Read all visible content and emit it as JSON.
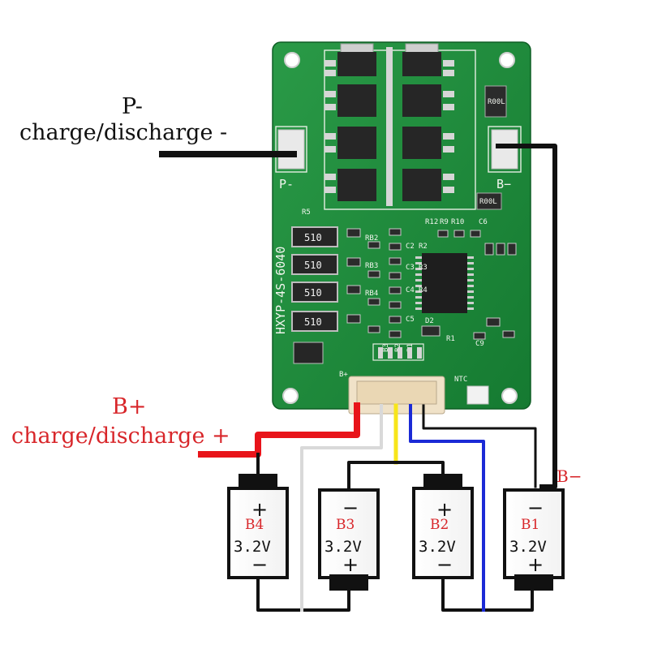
{
  "labels": {
    "p_minus": "P-",
    "p_minus_desc": "charge/discharge -",
    "b_plus": "B+",
    "b_plus_desc": "charge/discharge +",
    "b_minus": "B−"
  },
  "board": {
    "model": "HXYP-4S-6040",
    "pad_p": "P-",
    "pad_b": "B−",
    "connector_label_bplus": "B+",
    "connector_pins": [
      "B3",
      "B2",
      "B1"
    ],
    "ntc": "NTC",
    "resistors": [
      "510",
      "510",
      "510",
      "510"
    ],
    "r_top": "R00L",
    "r_mid": "R00L",
    "silk_labels": [
      "R5",
      "RB2",
      "RB3",
      "RB4",
      "C2",
      "C3",
      "C4",
      "C5",
      "R2",
      "R3",
      "R4",
      "D2",
      "R1",
      "C9",
      "R12",
      "R9",
      "R10",
      "C6"
    ]
  },
  "cells": [
    {
      "name": "B4",
      "voltage": "3.2V",
      "top": "+",
      "bottom": "−"
    },
    {
      "name": "B3",
      "voltage": "3.2V",
      "top": "−",
      "bottom": "+"
    },
    {
      "name": "B2",
      "voltage": "3.2V",
      "top": "+",
      "bottom": "−"
    },
    {
      "name": "B1",
      "voltage": "3.2V",
      "top": "−",
      "bottom": "+"
    }
  ],
  "colors": {
    "pcb": "#1f8a3c",
    "wire_black": "#111111",
    "wire_red": "#e8141a",
    "wire_white": "#d9d9d9",
    "wire_yellow": "#f7e51a",
    "wire_blue": "#1b2ad6",
    "label_red": "#d8262a"
  }
}
